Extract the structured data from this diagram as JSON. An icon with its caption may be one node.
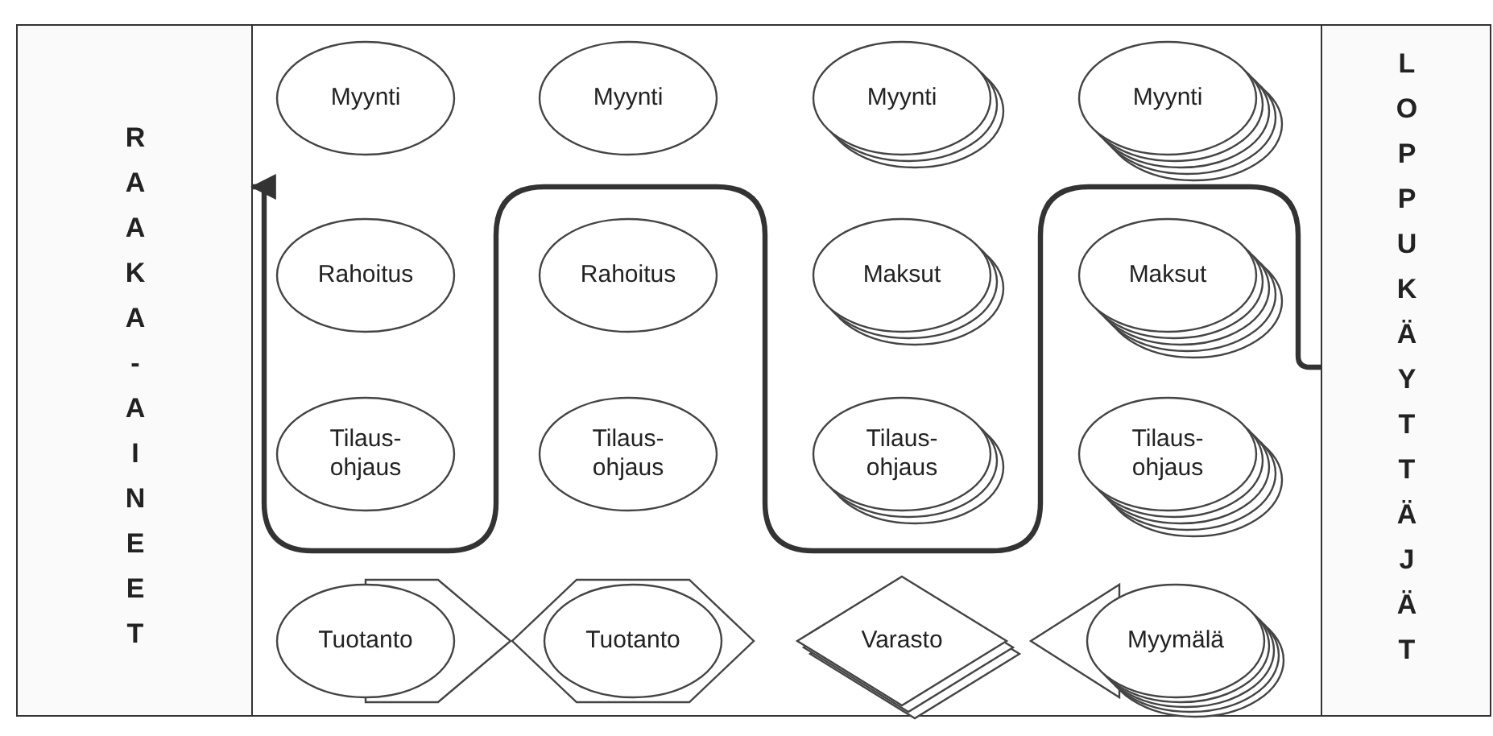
{
  "diagram": {
    "nodes": [
      {
        "text": [
          "RAAKA-AINEET"
        ]
      },
      {
        "text": [
          "Myynti"
        ]
      },
      {
        "text": [
          "Myynti"
        ]
      },
      {
        "text": [
          "Myynti"
        ]
      },
      {
        "text": [
          "Myynti"
        ]
      },
      {
        "text": [
          "Rahoitus"
        ]
      },
      {
        "text": [
          "Rahoitus"
        ]
      },
      {
        "text": [
          "Maksut"
        ]
      },
      {
        "text": [
          "Maksut"
        ]
      },
      {
        "text": [
          "Tilaus- ohjaus"
        ]
      },
      {
        "text": [
          "Tilaus- ohjaus"
        ]
      },
      {
        "text": [
          "Tilaus- ohjaus"
        ]
      },
      {
        "text": [
          "Tilaus- ohjaus"
        ]
      },
      {
        "text": [
          "Tuotanto"
        ]
      },
      {
        "text": [
          "Tuotanto"
        ]
      },
      {
        "text": [
          "Varasto"
        ]
      },
      {
        "text": [
          "Myymälä"
        ]
      },
      {
        "text": [
          "LOPPUKÄYTTÄJÄT"
        ]
      }
    ],
    "edges": [
      {
        "from": 17,
        "to": 0,
        "arrow": "to"
      }
    ]
  }
}
